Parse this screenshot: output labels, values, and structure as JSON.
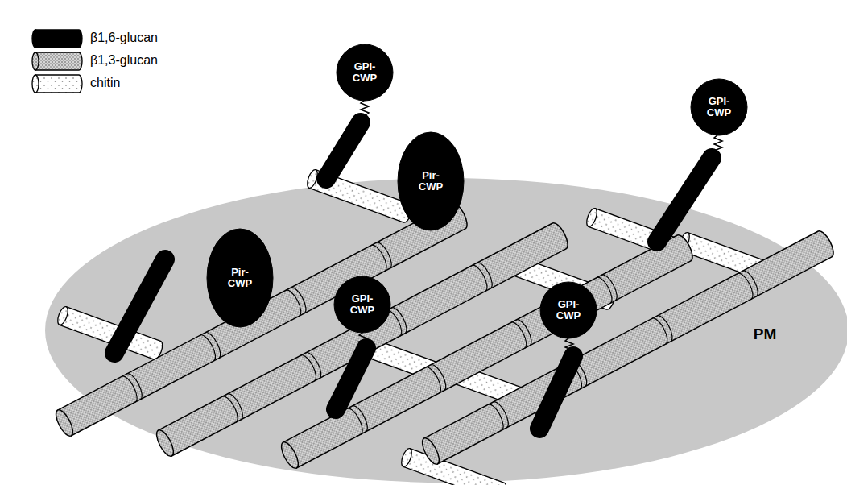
{
  "diagram": {
    "nodes": [
      {
        "text": [
          "GPI-CWP"
        ]
      },
      {
        "text": [
          "GPI-CWP"
        ]
      },
      {
        "text": [
          "Pir-CWP"
        ]
      },
      {
        "text": [
          "Pir-CWP"
        ]
      },
      {
        "text": [
          "GPI-CWP"
        ]
      },
      {
        "text": [
          "GPI-CWP"
        ]
      },
      {
        "text": [
          "PM"
        ]
      }
    ],
    "legend": [
      {
        "text": "β1,6-glucan"
      },
      {
        "text": "β1,3-glucan"
      },
      {
        "text": "chitin"
      }
    ]
  }
}
